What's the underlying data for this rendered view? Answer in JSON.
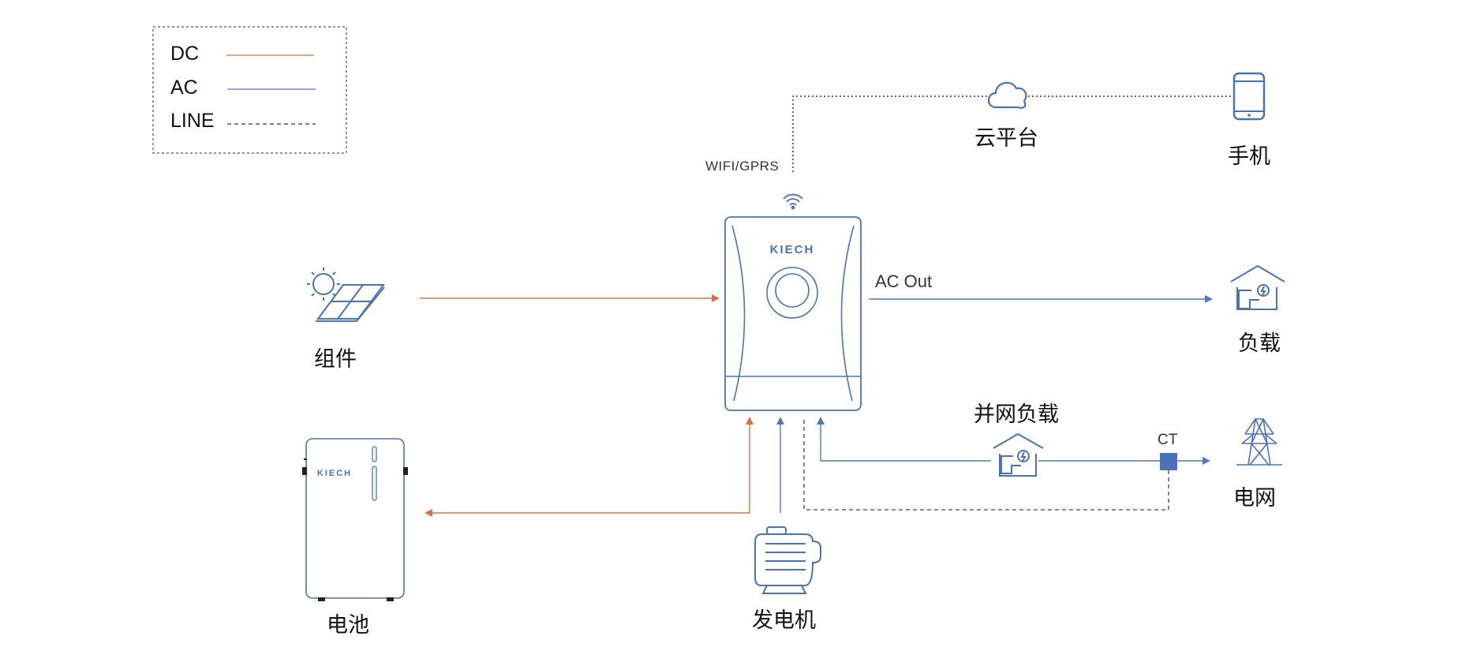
{
  "legend": {
    "items": [
      {
        "label": "DC",
        "style": "solid",
        "color": "#d98a6a"
      },
      {
        "label": "AC",
        "style": "solid",
        "color": "#6b8fc6"
      },
      {
        "label": "LINE",
        "style": "dashed",
        "color": "#555555"
      }
    ]
  },
  "colors": {
    "dc": "#d9704a",
    "ac": "#4f78bd",
    "line": "#444444",
    "icon": "#4a72b6",
    "ct": "#4a72b6"
  },
  "inverter": {
    "brand": "KIECH",
    "link_label": "WIFI/GPRS"
  },
  "nodes": {
    "cloud": {
      "label": "云平台",
      "icon": "cloud-icon"
    },
    "phone": {
      "label": "手机",
      "icon": "phone-icon"
    },
    "pv": {
      "label": "组件",
      "icon": "solar-panel-icon"
    },
    "battery": {
      "label": "电池",
      "icon": "battery-cabinet-icon",
      "brand": "KIECH"
    },
    "generator": {
      "label": "发电机",
      "icon": "generator-icon"
    },
    "load": {
      "label": "负载",
      "icon": "house-load-icon"
    },
    "grid_load": {
      "label": "并网负载",
      "icon": "house-load-icon"
    },
    "grid": {
      "label": "电网",
      "icon": "power-tower-icon"
    },
    "ct": {
      "label": "CT"
    }
  },
  "connections": {
    "ac_out_label": "AC Out"
  }
}
